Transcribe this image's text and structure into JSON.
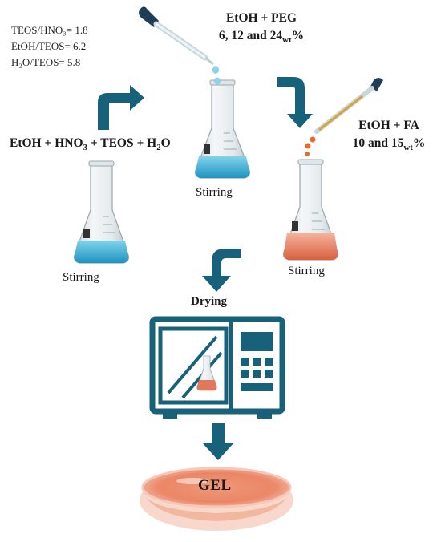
{
  "ratios": {
    "teos_hno3": "TEOS/HNO₃= 1.8",
    "etoh_teos": "EtOH/TEOS= 6.2",
    "h2o_teos": "H₂O/TEOS= 5.8"
  },
  "peg": {
    "line1": "EtOH + PEG",
    "line2_prefix": "6, 12 and 24",
    "line2_sub": "wt",
    "line2_suffix": "%"
  },
  "fa": {
    "line1": "EtOH + FA",
    "line2_prefix": "10 and 15",
    "line2_sub": "wt",
    "line2_suffix": "%"
  },
  "mix": {
    "part1": "EtOH + HNO",
    "sub1": "3",
    "part2": " + TEOS + H",
    "sub2": "2",
    "part3": "O"
  },
  "steps": {
    "stirring_1": "Stirring",
    "stirring_2": "Stirring",
    "stirring_3": "Stirring",
    "drying": "Drying",
    "gel": "GEL"
  },
  "colors": {
    "arrow": "#17627a",
    "blue_liquid": "#2ba8cf",
    "orange_liquid": "#e0785a",
    "oven": "#17627a",
    "gel": "#e46e4e"
  }
}
